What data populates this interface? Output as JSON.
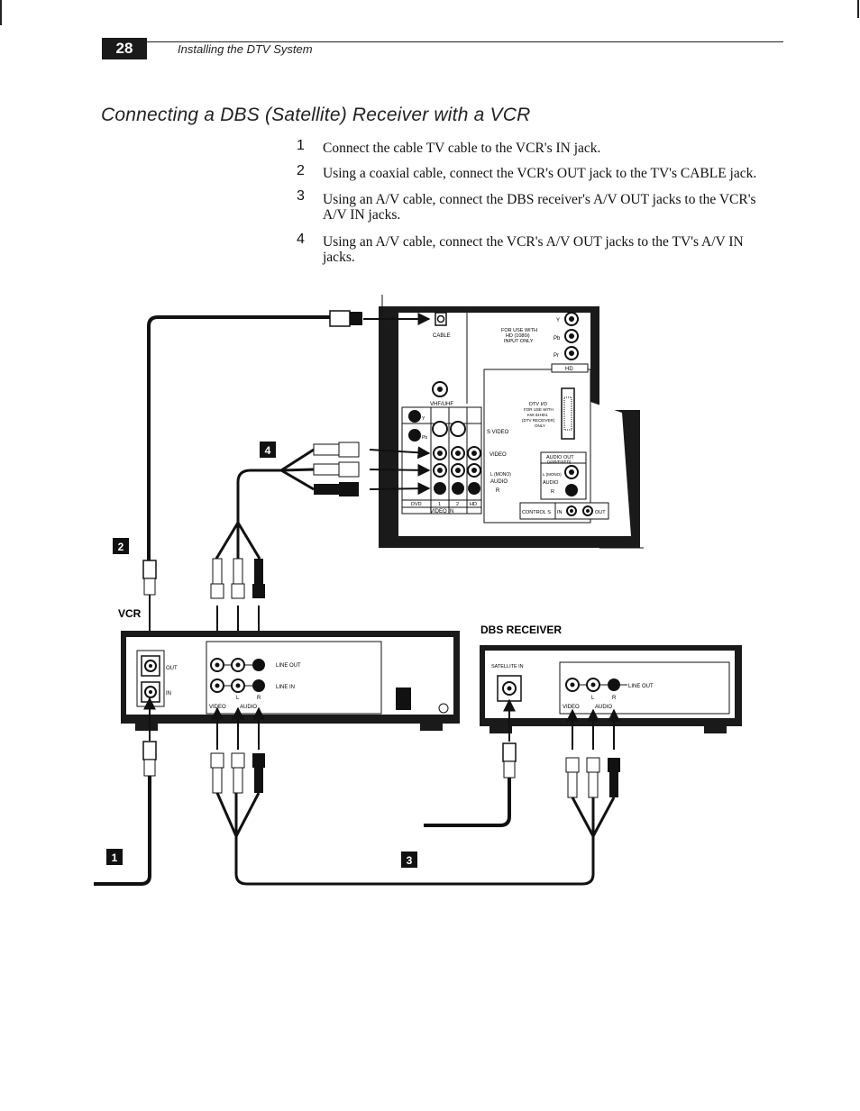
{
  "header": {
    "page_number": "28",
    "running_title": "Installing the DTV System"
  },
  "section_title": "Connecting a DBS (Satellite) Receiver with a VCR",
  "steps": [
    {
      "num": "1",
      "text": "Connect the cable TV cable to the VCR's IN jack."
    },
    {
      "num": "2",
      "text": "Using a coaxial cable, connect the VCR's OUT jack to the TV's CABLE jack."
    },
    {
      "num": "3",
      "text": "Using an A/V cable, connect the DBS receiver's A/V OUT jacks to the VCR's A/V IN jacks."
    },
    {
      "num": "4",
      "text": "Using an A/V cable, connect the VCR's A/V OUT jacks to the TV's A/V IN jacks."
    }
  ],
  "diagram": {
    "callouts": [
      "1",
      "2",
      "3",
      "4"
    ],
    "device_labels": {
      "vcr": "VCR",
      "dbs": "DBS RECEIVER"
    },
    "tv_labels": {
      "cable": "CABLE",
      "vhf_uhf": "VHF/UHF",
      "for_use_with": "FOR USE WITH",
      "hd_1080i": "HD (1080i)",
      "input_only": "INPUT ONLY",
      "y": "Y",
      "pb": "Pb",
      "pr": "Pr",
      "hd": "HD",
      "dtv_io": "DTV I/O",
      "dtv_for_use_with": "FOR USE WITH",
      "dtv_model": "KW-34HD1",
      "dtv_receiver": "(DTV RECEIVER)",
      "dtv_only": "ONLY",
      "s_video": "S VIDEO",
      "video": "VIDEO",
      "l_mono": "L (MONO)",
      "audio": "AUDIO",
      "r": "R",
      "dvd": "DVD",
      "in1": "1",
      "in2": "2",
      "hd_in": "HD",
      "video_in": "VIDEO IN",
      "audio_out": "AUDIO OUT",
      "varfixed": "(VAR/FIXED)",
      "audio_out_l": "L (MONO)",
      "audio_out_audio": "AUDIO",
      "audio_out_r": "R",
      "control_s": "CONTROL S",
      "control_in": "IN",
      "control_out": "OUT"
    },
    "vcr_labels": {
      "out": "OUT",
      "in": "IN",
      "line_out": "LINE OUT",
      "line_in": "LINE IN",
      "l": "L",
      "r": "R",
      "video": "VIDEO",
      "audio": "AUDIO"
    },
    "dbs_labels": {
      "satellite_in": "SATELLITE IN",
      "line_out": "LINE OUT",
      "l": "L",
      "r": "R",
      "video": "VIDEO",
      "audio": "AUDIO"
    }
  }
}
